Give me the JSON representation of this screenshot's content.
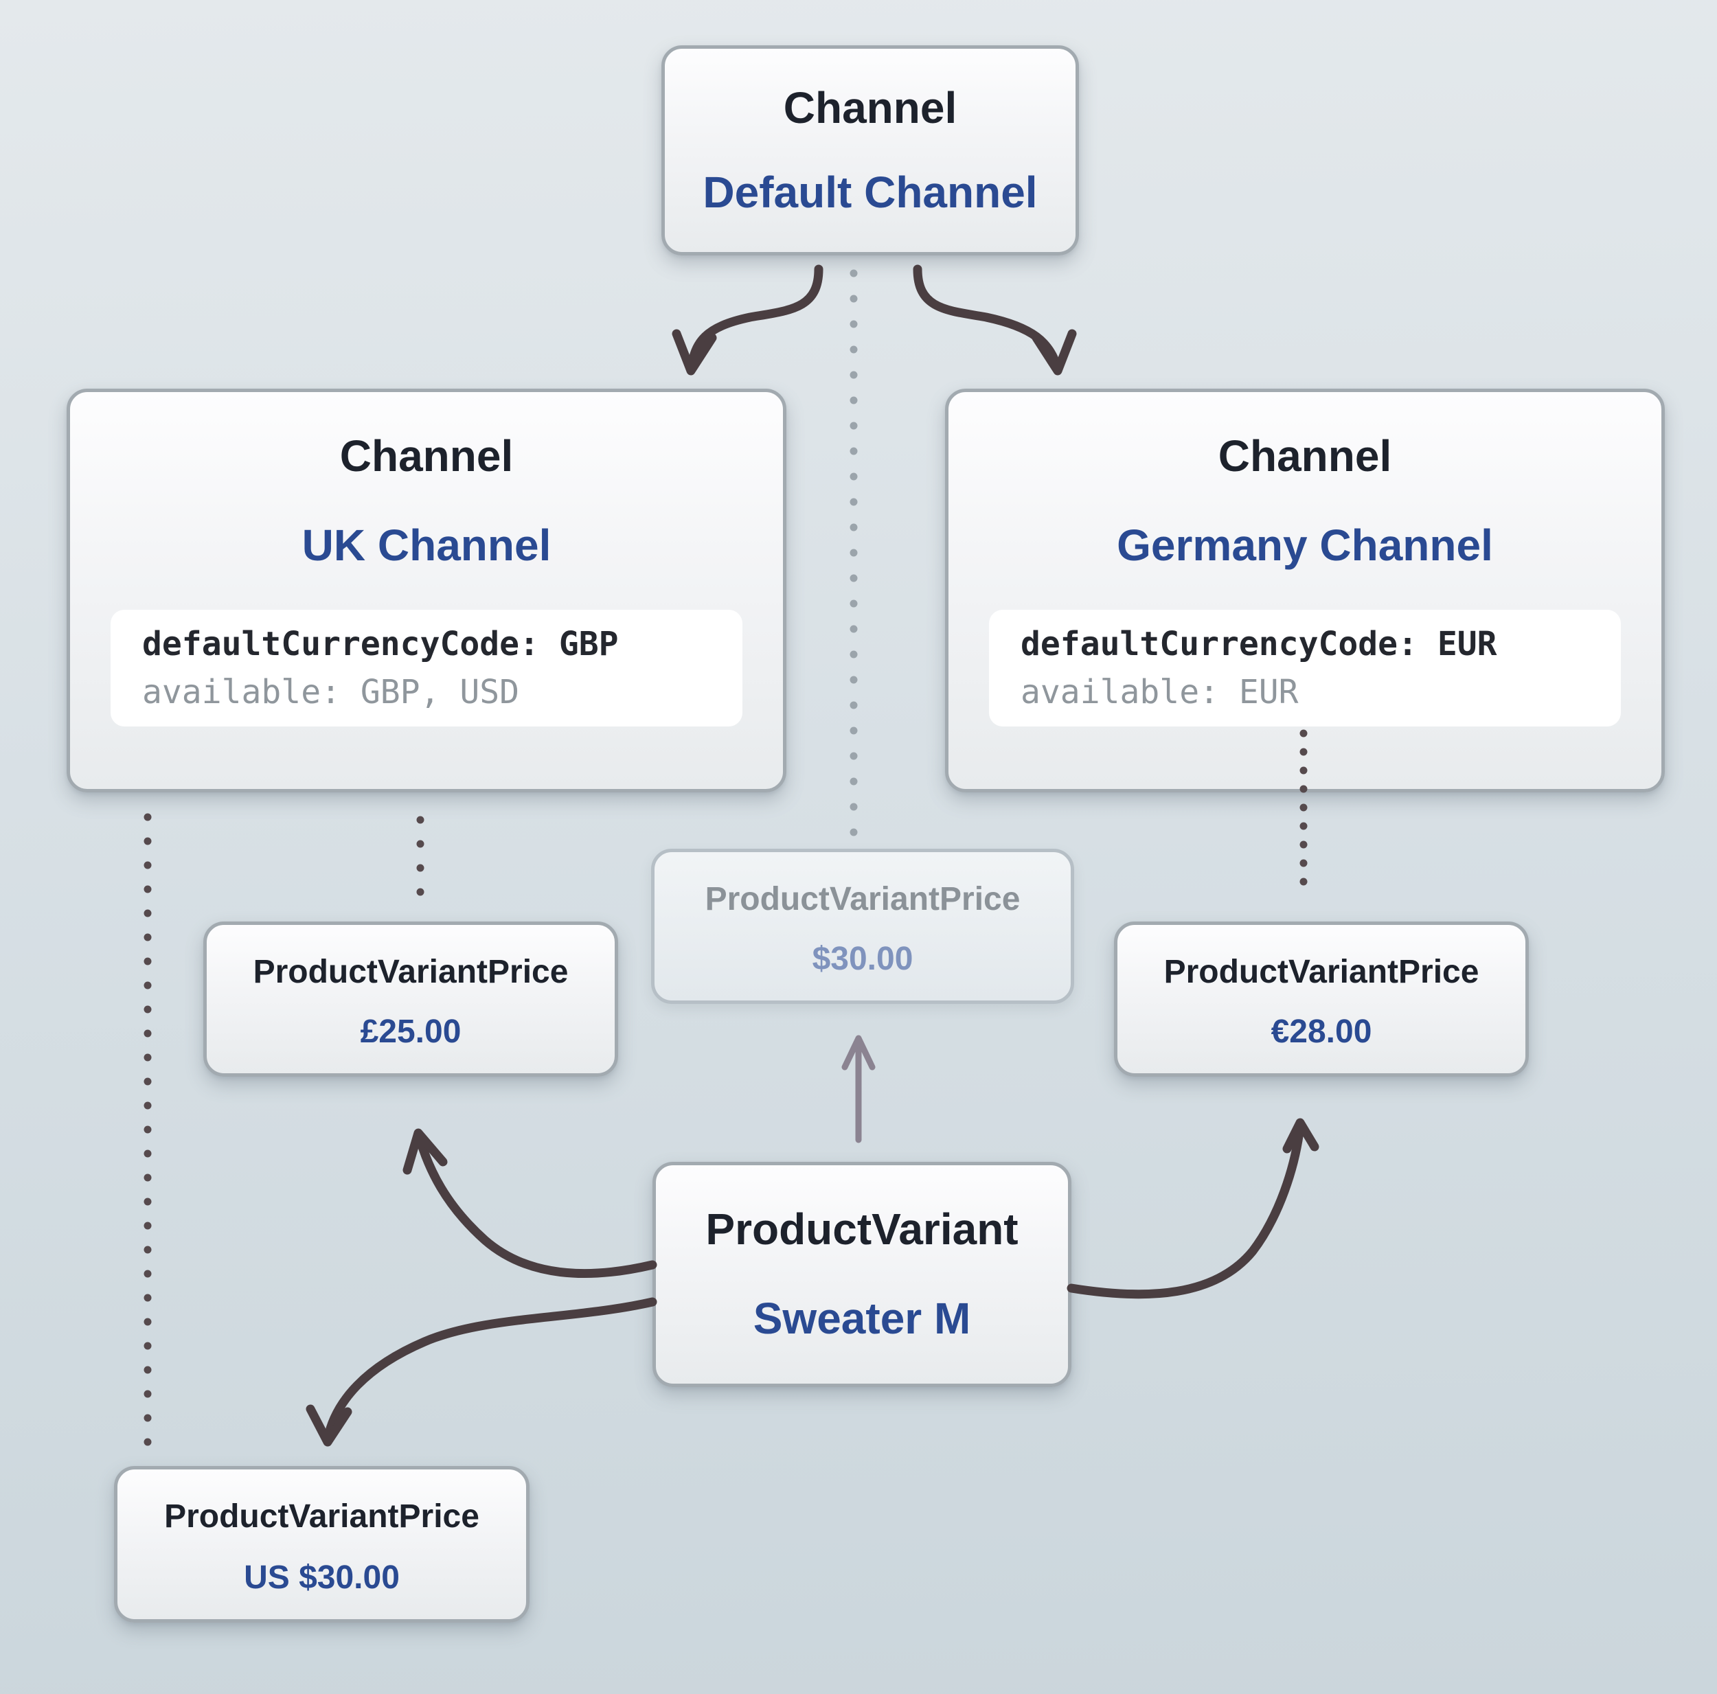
{
  "diagram": {
    "nodes": {
      "default_channel": {
        "type_label": "Channel",
        "name": "Default Channel"
      },
      "uk_channel": {
        "type_label": "Channel",
        "name": "UK Channel",
        "code": {
          "line1": "defaultCurrencyCode: GBP",
          "line2": "available: GBP, USD"
        }
      },
      "germany_channel": {
        "type_label": "Channel",
        "name": "Germany Channel",
        "code": {
          "line1": "defaultCurrencyCode: EUR",
          "line2": "available: EUR"
        }
      },
      "default_channel_price": {
        "type_label": "ProductVariantPrice",
        "value": "$30.00"
      },
      "uk_price": {
        "type_label": "ProductVariantPrice",
        "value": "£25.00"
      },
      "germany_price": {
        "type_label": "ProductVariantPrice",
        "value": "€28.00"
      },
      "product_variant": {
        "type_label": "ProductVariant",
        "name": "Sweater M"
      },
      "usd_price": {
        "type_label": "ProductVariantPrice",
        "value": "US $30.00"
      }
    },
    "colors": {
      "background_top": "#e4e9ec",
      "background_bottom": "#cbd6dc",
      "node_border": "#a2aab0",
      "heading_text": "#1d222c",
      "accent_navy": "#2a4a92",
      "code_text": "#24272e",
      "code_muted": "#8f969c",
      "faded_label": "#8b9298",
      "faded_value": "#7f93bd",
      "arrow_dark": "#4a3e41",
      "arrow_gray": "#8b8391",
      "dot_light": "#9ba4ab",
      "dot_dark": "#564a4d"
    }
  }
}
